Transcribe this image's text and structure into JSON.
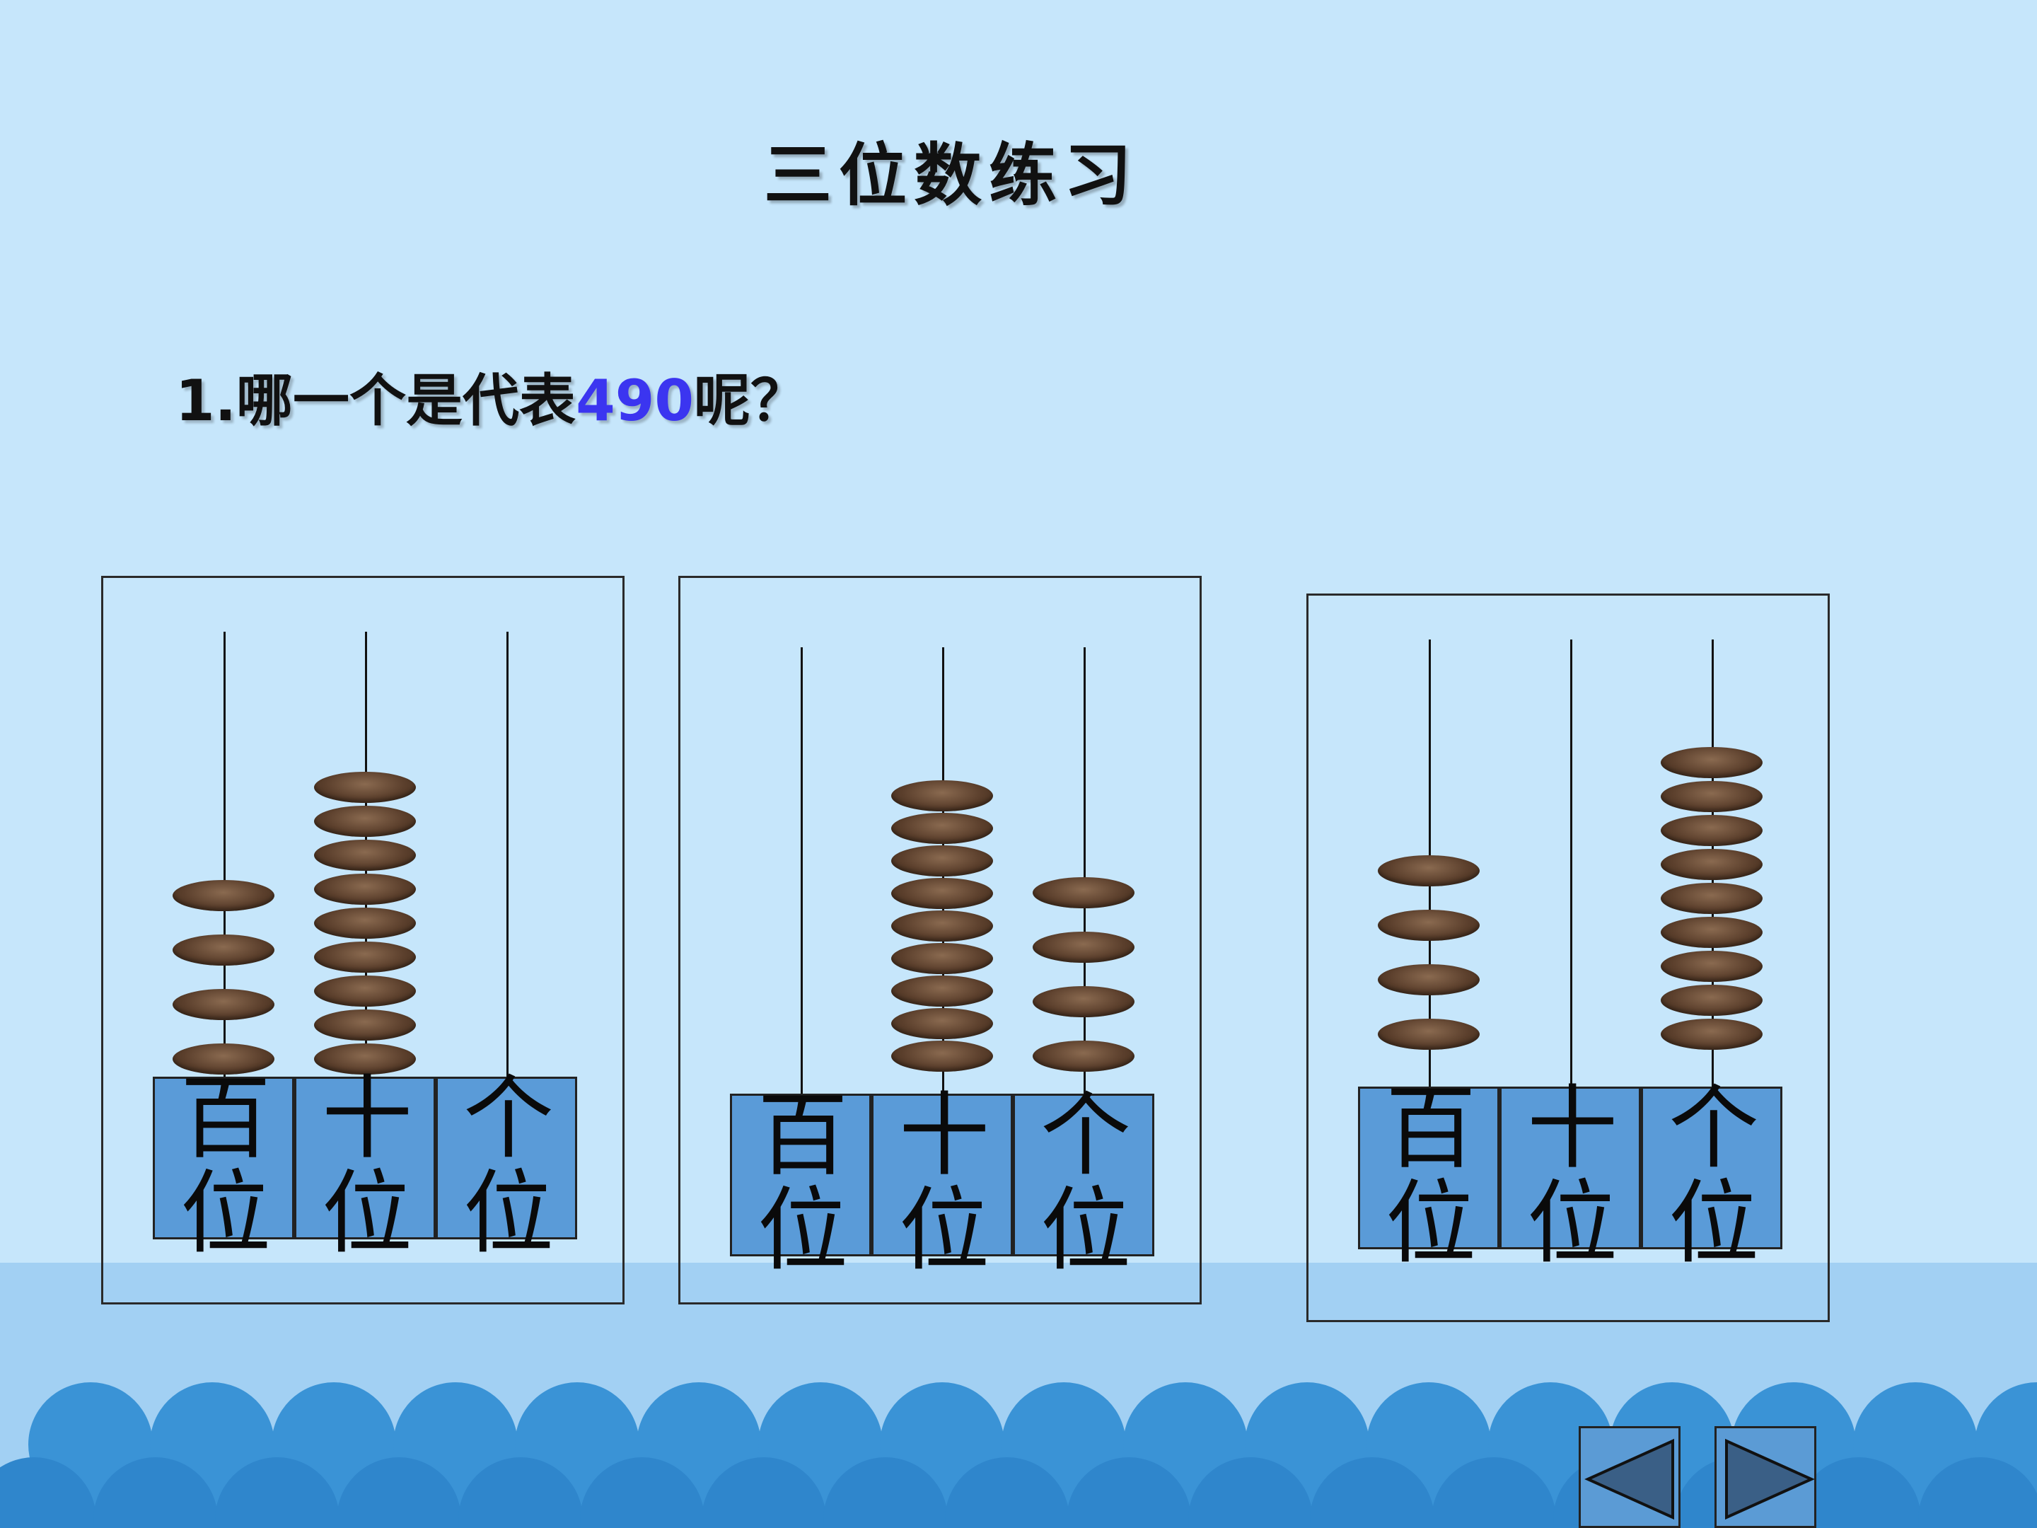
{
  "slide": {
    "title": "三位数练习",
    "question": {
      "prefix": "1.哪一个是代表",
      "number": "490",
      "suffix": "呢？"
    }
  },
  "colors": {
    "background": "#c6e6fb",
    "question_number": "#3b35f0",
    "place_box": "#5a9bd8",
    "bead": "#5b3f2c",
    "wave": "#2f86cc"
  },
  "place_labels": [
    "百位",
    "十位",
    "个位"
  ],
  "abaci": [
    {
      "beads": [
        4,
        9,
        0
      ]
    },
    {
      "beads": [
        0,
        9,
        4
      ]
    },
    {
      "beads": [
        4,
        0,
        9
      ]
    }
  ],
  "navigation": {
    "previous_icon": "triangle-left-icon",
    "next_icon": "triangle-right-icon"
  }
}
